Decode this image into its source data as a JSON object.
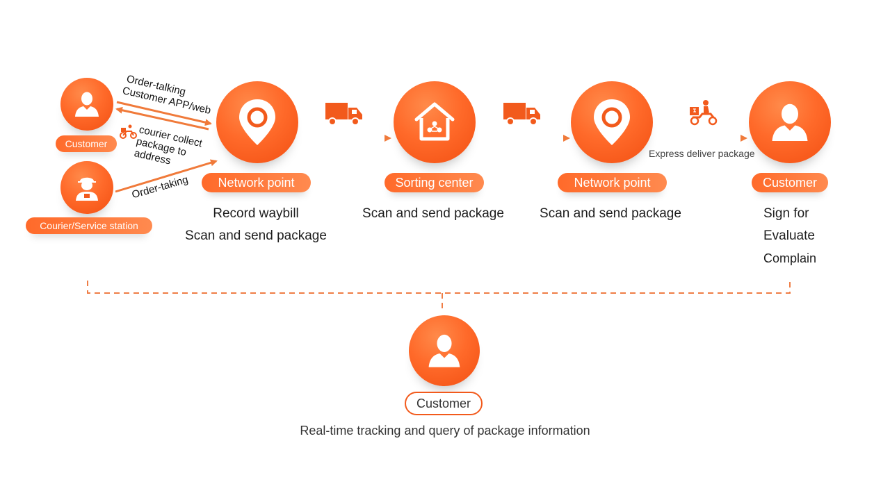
{
  "colors": {
    "accent": "#ff6a2a",
    "accent_dark": "#f24f12",
    "arrow": "#f5894f",
    "dash": "#ef7d45"
  },
  "left": {
    "customer_label": "Customer",
    "courier_label": "Courier/Service station",
    "arrow_note_1": "Order-talking",
    "arrow_note_2": "Customer APP/web",
    "arrow_note_3": "courier collect",
    "arrow_note_4": "package to",
    "arrow_note_5": "address",
    "arrow_note_6": "Order-taking"
  },
  "nodes": [
    {
      "label": "Network point",
      "icon": "location-pin-icon",
      "lines": [
        "Record waybill",
        "Scan and send package"
      ]
    },
    {
      "label": "Sorting center",
      "icon": "warehouse-icon",
      "lines": [
        "Scan and send package"
      ]
    },
    {
      "label": "Network point",
      "icon": "location-pin-icon",
      "lines": [
        "Scan and send package"
      ]
    },
    {
      "label": "Customer",
      "icon": "person-icon",
      "lines": [
        "Sign for",
        "Evaluate",
        "Complain"
      ]
    }
  ],
  "transit_icons": [
    "truck-icon",
    "truck-icon",
    "delivery-scooter-icon"
  ],
  "express_note": "Express deliver package",
  "bottom": {
    "label": "Customer",
    "caption": "Real-time tracking and query of package information"
  }
}
